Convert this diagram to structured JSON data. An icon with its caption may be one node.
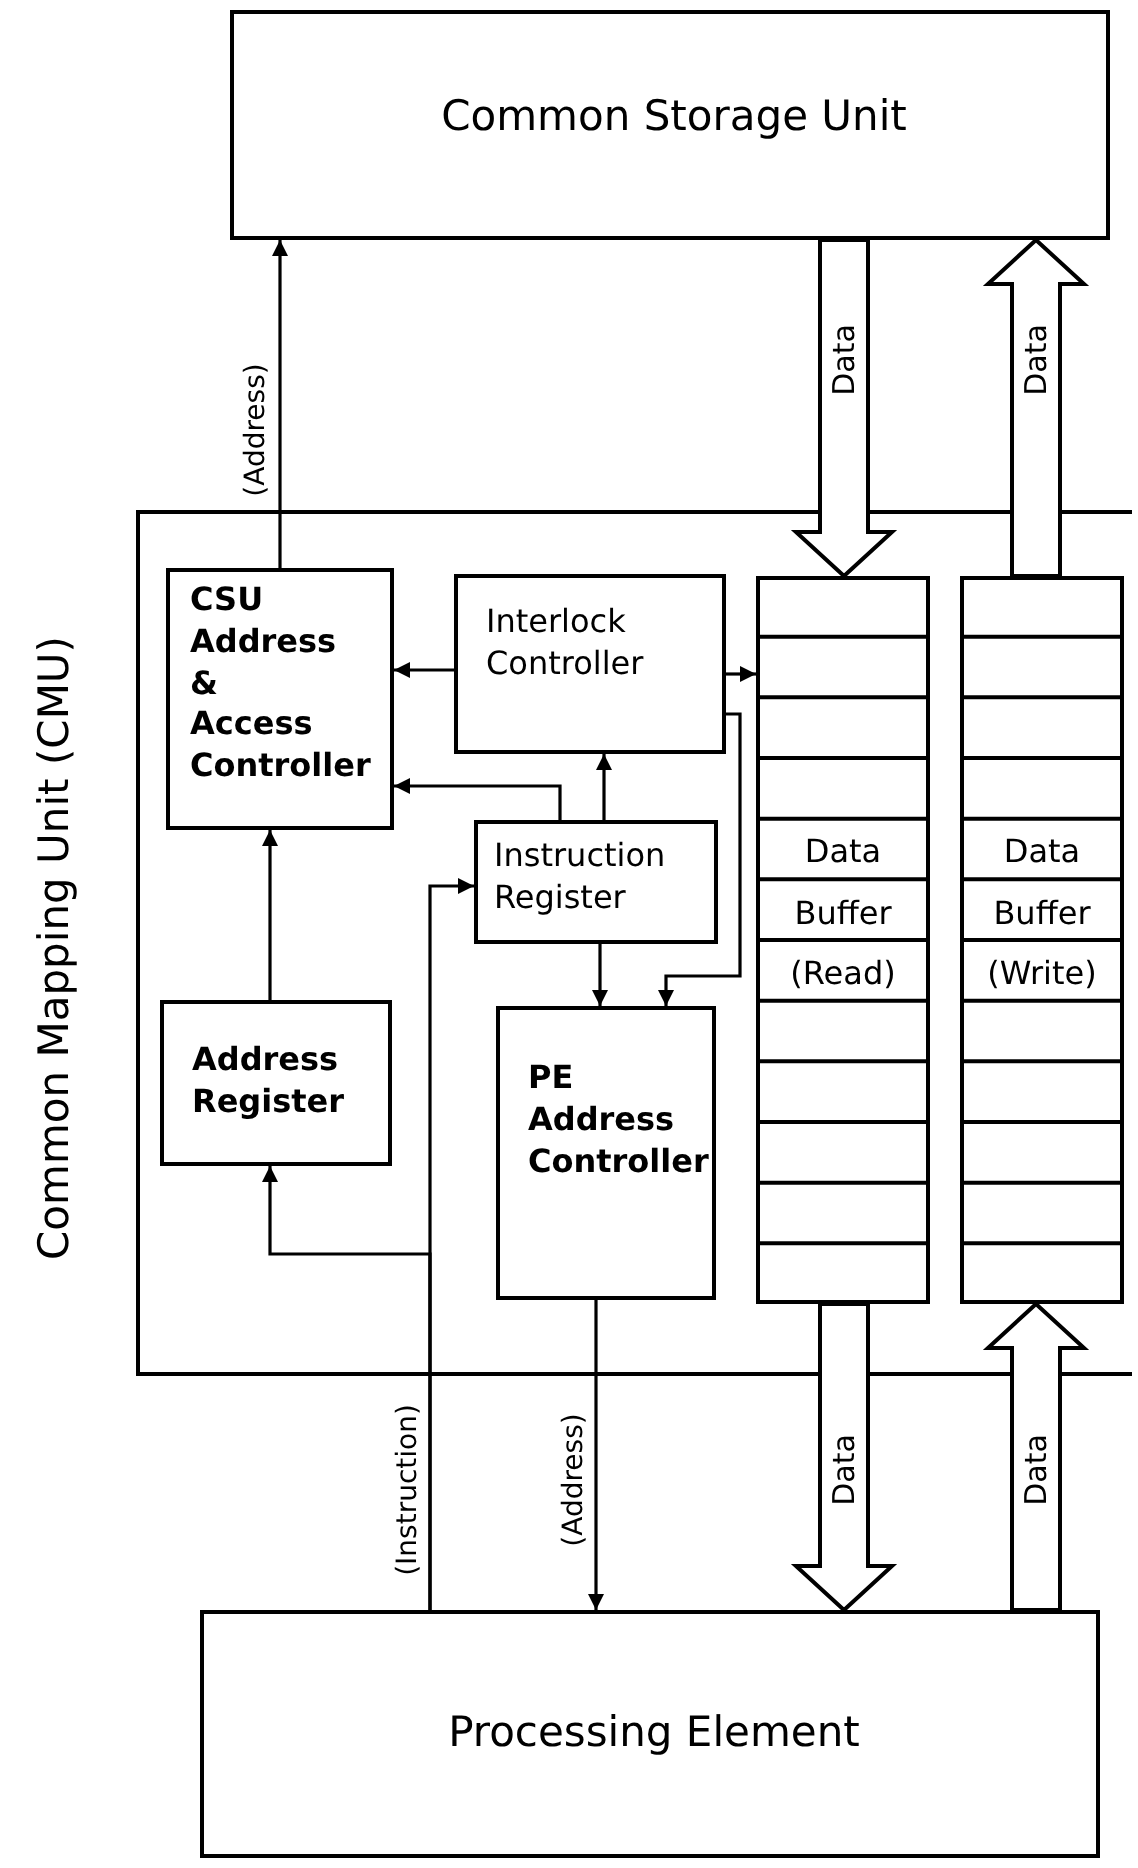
{
  "diagram": {
    "nodes": [
      {
        "text": [
          "Common Storage Unit"
        ]
      },
      {
        "text": [
          "Common Mapping Unit (CMU)"
        ]
      },
      {
        "text": [
          "CSU Address & Access Controller"
        ],
        "in": 1
      },
      {
        "text": [
          "Interlock Controller"
        ],
        "in": 1
      },
      {
        "text": [
          "Instruction Register"
        ],
        "in": 1
      },
      {
        "text": [
          "Address Register"
        ],
        "in": 1
      },
      {
        "text": [
          "PE Address Controller"
        ],
        "in": 1
      },
      {
        "text": [
          "Data Buffer (Read)"
        ],
        "in": 1
      },
      {
        "text": [
          "Data Buffer (Write)"
        ],
        "in": 1
      },
      {
        "text": [
          "Processing Element"
        ]
      }
    ],
    "edges": [
      {
        "from": 2,
        "to": 0,
        "arrow": "to",
        "label": "(Address)"
      },
      {
        "from": 0,
        "to": 7,
        "arrow": "to",
        "label": "Data",
        "style": "thick"
      },
      {
        "from": 8,
        "to": 0,
        "arrow": "to",
        "label": "Data",
        "style": "thick"
      },
      {
        "from": 3,
        "to": 2,
        "arrow": "to"
      },
      {
        "from": 3,
        "to": 7,
        "arrow": "to"
      },
      {
        "from": 4,
        "to": 2,
        "arrow": "to"
      },
      {
        "from": 4,
        "to": 3,
        "arrow": "to"
      },
      {
        "from": 4,
        "to": 6,
        "arrow": "to"
      },
      {
        "from": 3,
        "to": 6,
        "arrow": "to"
      },
      {
        "from": 9,
        "to": 4,
        "arrow": "to",
        "label": "(Instruction)"
      },
      {
        "from": 9,
        "to": 5,
        "arrow": "to"
      },
      {
        "from": 5,
        "to": 2,
        "arrow": "to"
      },
      {
        "from": 6,
        "to": 9,
        "arrow": "to",
        "label": "(Address)"
      },
      {
        "from": 7,
        "to": 9,
        "arrow": "to",
        "label": "Data",
        "style": "thick"
      },
      {
        "from": 9,
        "to": 8,
        "arrow": "to",
        "label": "Data",
        "style": "thick"
      }
    ]
  }
}
